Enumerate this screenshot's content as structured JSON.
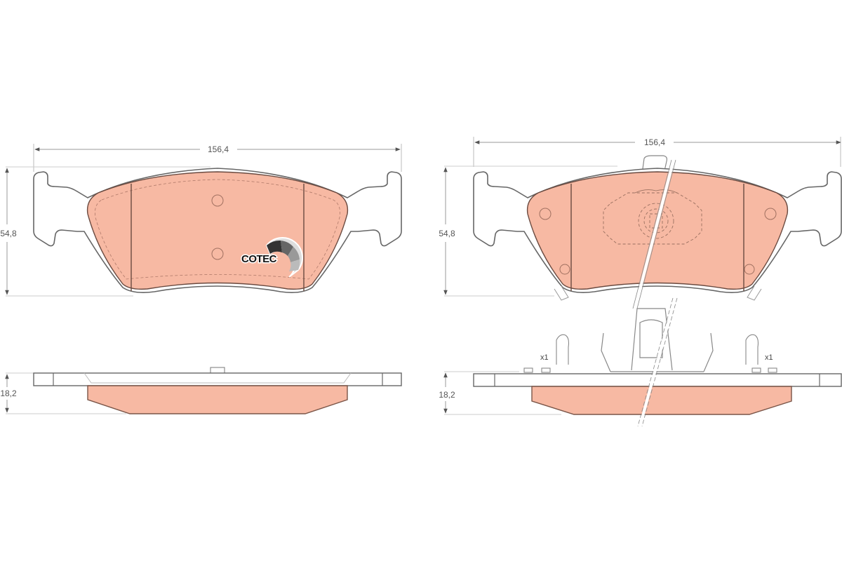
{
  "diagram": {
    "title": "Brake pad set technical drawing",
    "colors": {
      "friction_fill": "#f7b9a3",
      "outline": "#555555",
      "dim_line": "#bbbbbb",
      "background": "#ffffff"
    },
    "left_view": {
      "front": {
        "width_label": "156,4",
        "height_label": "54,8",
        "logo_text": "COTEC"
      },
      "side": {
        "thickness_label": "18,2"
      }
    },
    "right_view": {
      "front": {
        "width_label": "156,4",
        "height_label": "54,8"
      },
      "side": {
        "thickness_label": "18,2",
        "left_clip_qty": "x1",
        "right_clip_qty": "x1"
      }
    }
  }
}
